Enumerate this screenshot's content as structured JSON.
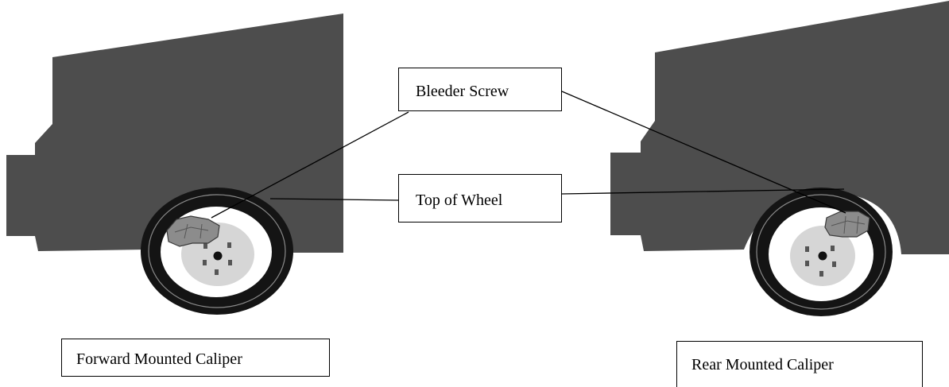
{
  "labels": {
    "bleeder_screw": "Bleeder Screw",
    "top_of_wheel": "Top of Wheel",
    "forward_caliper": "Forward Mounted Caliper",
    "rear_caliper": "Rear Mounted Caliper"
  },
  "colors": {
    "vehicle_body": "#4d4d4d",
    "tire": "#141414",
    "rim": "#ffffff",
    "hub": "#d6d6d6",
    "caliper": "#8c8c8c",
    "leader_line": "#000000"
  }
}
